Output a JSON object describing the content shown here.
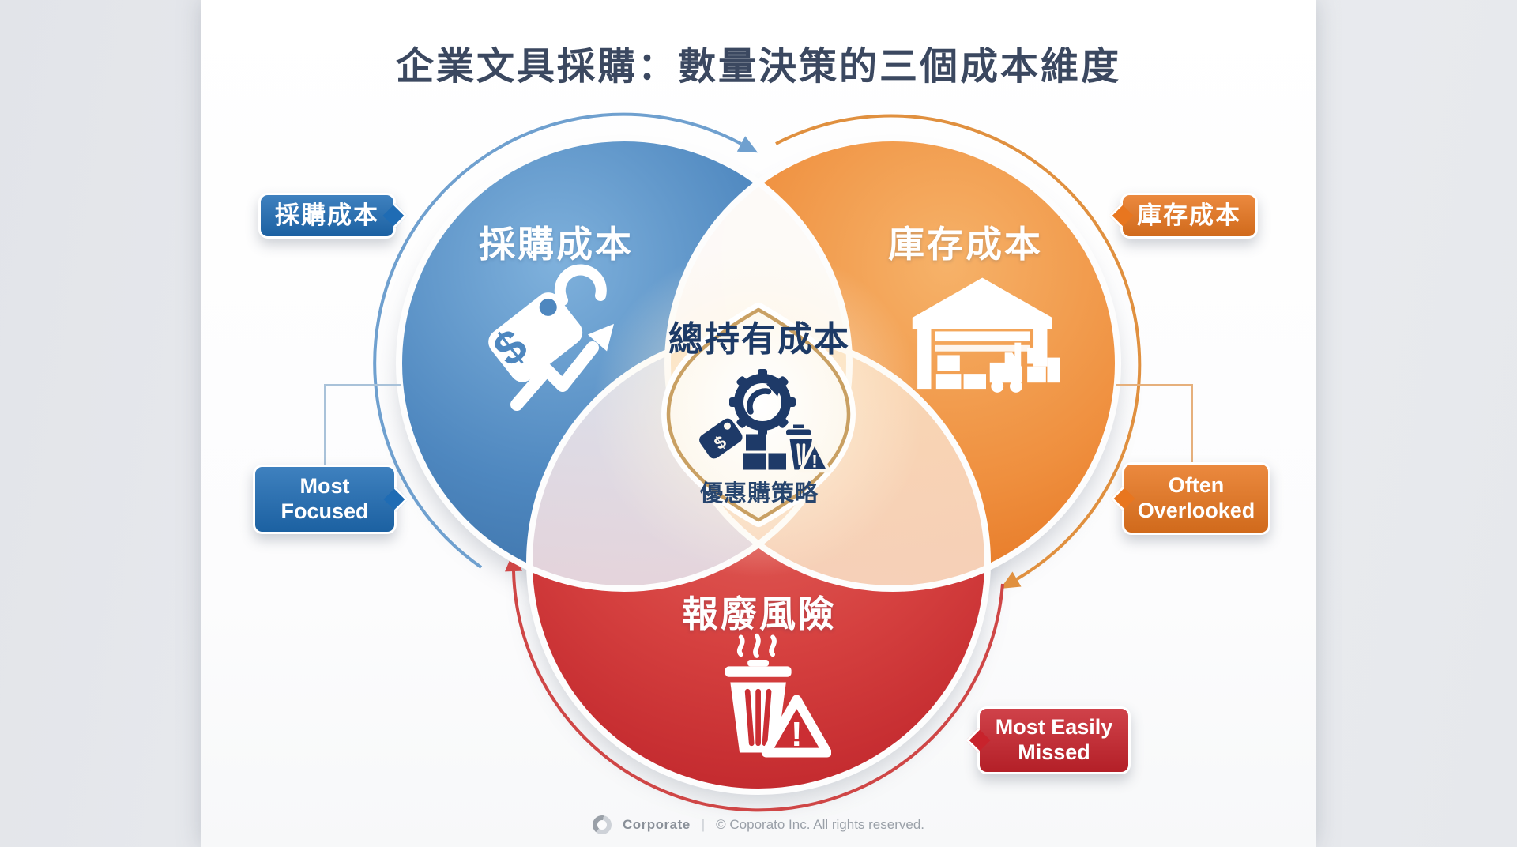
{
  "page": {
    "title": "企業文具採購：數量決策的三個成本維度"
  },
  "diagram": {
    "circles": {
      "procurement": {
        "label": "採購成本",
        "color": "#3e7cb8",
        "icon": "price-tag-trend-icon"
      },
      "inventory": {
        "label": "庫存成本",
        "color": "#e8761f",
        "icon": "warehouse-forklift-icon"
      },
      "scrap": {
        "label": "報廢風險",
        "color": "#c5242c",
        "icon": "trash-warning-icon"
      }
    },
    "center": {
      "title": "總持有成本",
      "subtitle": "優惠購策略",
      "icon": "gear-cost-cycle-icon"
    },
    "callouts": {
      "procurement_tag": {
        "label": "採購成本",
        "color": "#1f6cb4",
        "arrow": "right"
      },
      "inventory_tag": {
        "label": "庫存成本",
        "color": "#e8761f",
        "arrow": "left"
      },
      "most_focused": {
        "label": "Most Focused",
        "color": "#1f6cb4",
        "arrow": "right"
      },
      "often_overlooked": {
        "label": "Often Overlooked",
        "color": "#e8761f",
        "arrow": "left"
      },
      "most_easily_missed": {
        "label": "Most Easily Missed",
        "color": "#c8232c",
        "arrow": "left"
      }
    },
    "palette": {
      "gold": "#c9a063",
      "navy": "#1e3a68"
    }
  },
  "icons": {
    "dollar": "$",
    "exclamation": "!"
  },
  "footer": {
    "brand": "Corporate",
    "copyright": "© Coporato Inc. All rights reserved."
  }
}
